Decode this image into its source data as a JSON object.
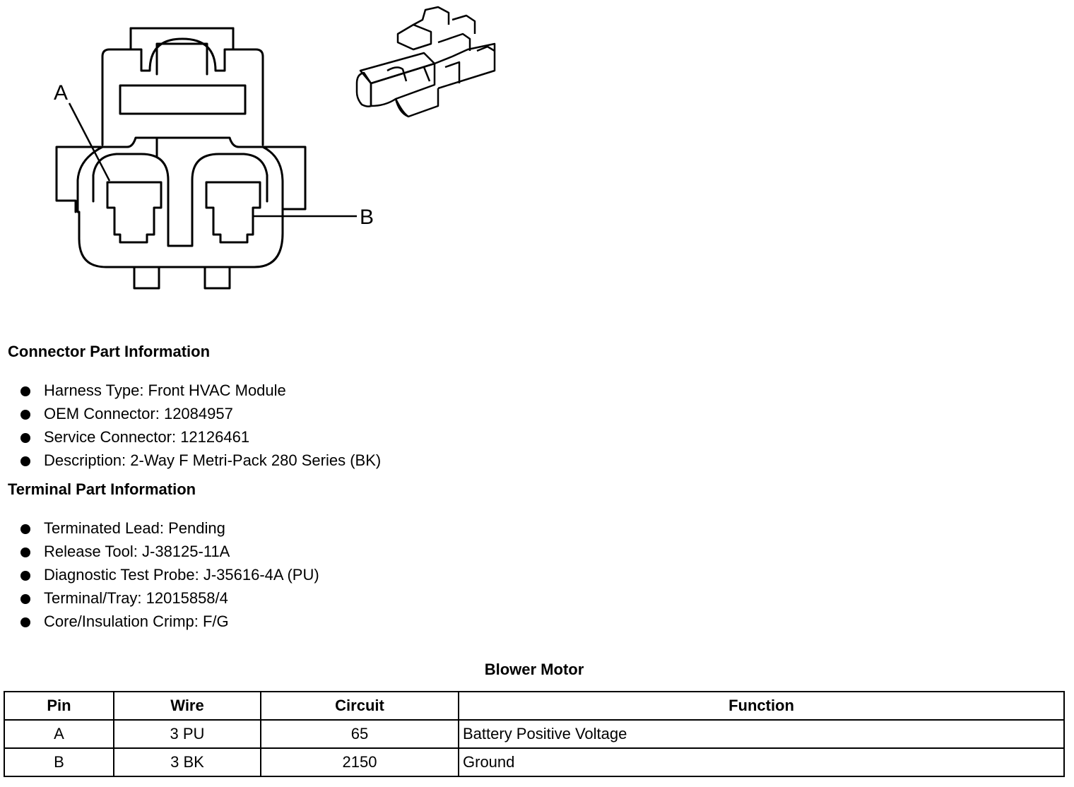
{
  "diagram": {
    "label_a": "A",
    "label_b": "B"
  },
  "connector_section": {
    "heading": "Connector Part Information",
    "items": [
      "Harness Type: Front HVAC Module",
      "OEM Connector: 12084957",
      "Service Connector: 12126461",
      "Description: 2-Way F Metri-Pack 280 Series (BK)"
    ]
  },
  "terminal_section": {
    "heading": "Terminal Part Information",
    "items": [
      "Terminated Lead: Pending",
      "Release Tool: J-38125-11A",
      "Diagnostic Test Probe: J-35616-4A (PU)",
      "Terminal/Tray: 12015858/4",
      "Core/Insulation Crimp: F/G"
    ]
  },
  "table": {
    "title": "Blower Motor",
    "headers": [
      "Pin",
      "Wire",
      "Circuit",
      "Function"
    ],
    "rows": [
      [
        "A",
        "3 PU",
        "65",
        "Battery Positive Voltage"
      ],
      [
        "B",
        "3 BK",
        "2150",
        "Ground"
      ]
    ]
  }
}
